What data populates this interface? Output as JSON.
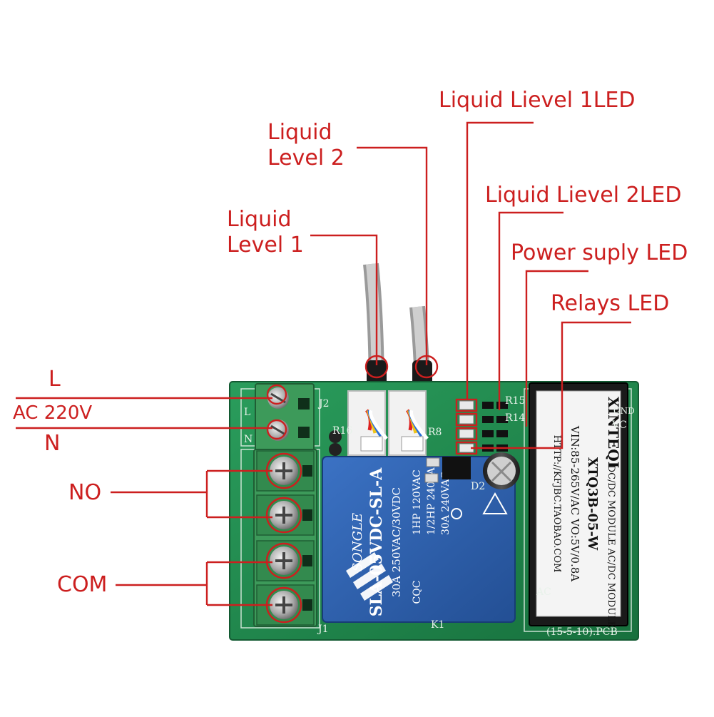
{
  "callouts": {
    "liquid_level_1": "Liquid\nLevel 1",
    "liquid_level_2": "Liquid\nLevel 2",
    "liquid_level_1_led": "Liquid Lievel 1LED",
    "liquid_level_2_led": "Liquid Lievel 2LED",
    "power_supply_led": "Power suply LED",
    "relays_led": "Relays LED",
    "l": "L",
    "ac_220v": "AC 220V",
    "n": "N",
    "no": "NO",
    "com": "COM"
  },
  "board": {
    "relay": {
      "brand": "SONGLE",
      "model": "SLA-05VDC-SL-A",
      "rating": "30A  250VAC/30VDC",
      "cert": "CQC",
      "ratings_lines": [
        "1HP 120VAC",
        "1/2HP 240VAC",
        "30A 240VAC"
      ]
    },
    "module": {
      "brand": "XINTEQI",
      "title": "DC/DC MODULE  AC/DC MODULE",
      "part": "XTQ3B-05-W",
      "spec": "VIN:85-265V/AC VO:5V/0.8A",
      "url": "HTTP://KFJBC.TAOBAO.COM"
    },
    "pcb_label": "(15-5-10).PCB",
    "silk": {
      "j2": "J2",
      "l": "L",
      "n": "N",
      "r16": "R16",
      "r15": "R15",
      "r14": "R14",
      "r8": "R8",
      "k1": "K1",
      "d2": "D2",
      "vc": "VC",
      "gnd": "GND",
      "ac": "AC",
      "j1": "J1"
    }
  },
  "colors": {
    "callout": "#cc1f1f",
    "pcb": "#1f8a4e",
    "relay": "#2f5fae",
    "terminal": "#3d9a5a",
    "module": "#1a1a1a"
  }
}
